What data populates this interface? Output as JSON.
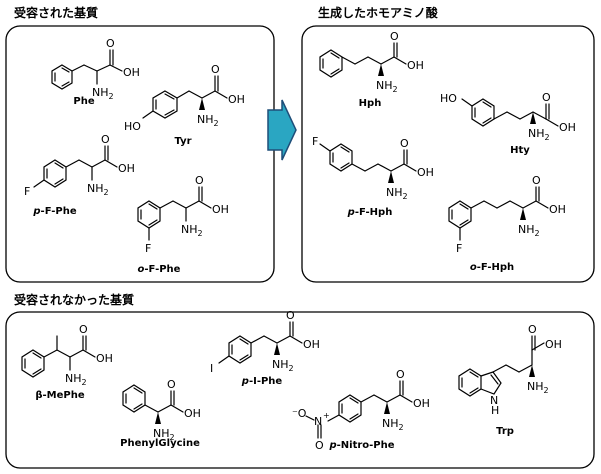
{
  "sections": {
    "accepted": "受容された基質",
    "products": "生成したホモアミノ酸",
    "not_accepted": "受容されなかった基質"
  },
  "compounds": {
    "phe": "Phe",
    "tyr": "Tyr",
    "pfphe": "p-F-Phe",
    "ofphe": "o-F-Phe",
    "hph": "Hph",
    "hty": "Hty",
    "pfhph": "p-F-Hph",
    "ofhph": "o-F-Hph",
    "bmephe": "β-MePhe",
    "phenylglycine": "PhenylGlycine",
    "piphe": "p-I-Phe",
    "pnitro": "p-Nitro-Phe",
    "trp": "Trp"
  },
  "atoms": {
    "O": "O",
    "OH": "OH",
    "HO": "HO",
    "NH2": "NH2",
    "F": "F",
    "I": "I",
    "N": "N",
    "H": "H",
    "nitro_minus": "⁻O",
    "nitro_plus": "+"
  },
  "colors": {
    "arrow_fill": "#2aa6c2",
    "arrow_stroke": "#1f4e79",
    "line": "#000000"
  }
}
